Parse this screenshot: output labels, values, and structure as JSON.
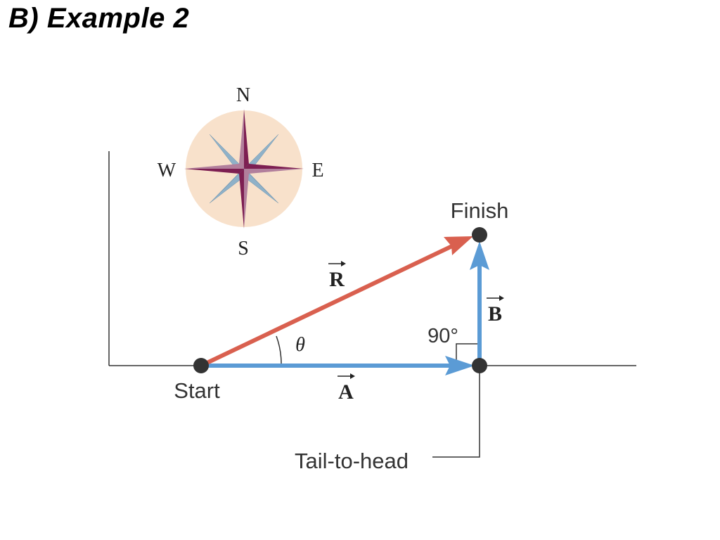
{
  "slide": {
    "title": "B)  Example 2"
  },
  "compass": {
    "north": "N",
    "south": "S",
    "east": "E",
    "west": "W"
  },
  "points": {
    "start": "Start",
    "finish": "Finish"
  },
  "vectors": {
    "a": "A",
    "b": "B",
    "r": "R"
  },
  "angles": {
    "theta": "θ",
    "right_angle": "90°"
  },
  "callout": {
    "tail_to_head": "Tail-to-head"
  },
  "colors": {
    "vector_blue": "#5b9bd5",
    "vector_red": "#d9604f",
    "compass_disc": "#f8e1cb",
    "compass_star": "#7d1f52",
    "compass_star_light": "#b27f9c",
    "compass_diag": "#8fb1c8",
    "point": "#333333",
    "axis": "#333333"
  }
}
